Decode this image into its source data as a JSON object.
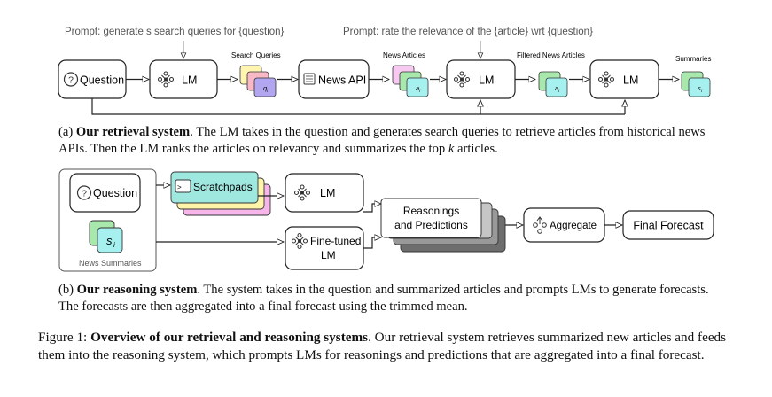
{
  "retrieval": {
    "prompt_search": "Prompt: generate s search queries for {question}",
    "prompt_rate": "Prompt: rate the relevance of the {article} wrt {question}",
    "question": "Question",
    "lm1": "LM",
    "search_queries": "Search Queries",
    "query_label": "q",
    "query_sub": "i",
    "news_api": "News API",
    "news_articles": "News Articles",
    "article_label": "a",
    "article_sub": "i",
    "lm2": "LM",
    "filtered_news_articles": "Filtered News Articles",
    "lm3": "LM",
    "summaries": "Summaries",
    "summary_label": "s",
    "summary_sub": "i"
  },
  "reasoning": {
    "question": "Question",
    "summary_label": "s",
    "summary_sub": "i",
    "news_summaries": "News Summaries",
    "scratchpads": "Scratchpads",
    "scratchpad_icon": ">_",
    "lm": "LM",
    "finetuned_line1": "Fine-tuned",
    "finetuned_line2": "LM",
    "reasonings_line1": "Reasonings",
    "reasonings_line2": "and Predictions",
    "aggregate": "Aggregate",
    "final_forecast": "Final Forecast"
  },
  "captions": {
    "a_prefix": "(a) ",
    "a_bold": "Our retrieval system",
    "a_text_1": ". The LM takes in the question and generates search queries to retrieve articles from historical news APIs. Then the LM ranks the articles on relevancy and summarizes the top ",
    "a_k": "k",
    "a_text_2": " articles.",
    "b_prefix": "(b) ",
    "b_bold": "Our reasoning system",
    "b_text": ". The system takes in the question and summarized articles and prompts LMs to generate forecasts. The forecasts are then aggregated into a final forecast using the trimmed mean.",
    "fig_prefix": "Figure 1: ",
    "fig_bold": "Overview of our retrieval and reasoning systems",
    "fig_text": ". Our retrieval system retrieves summarized new articles and feeds them into the reasoning system, which prompts LMs for reasonings and predictions that are aggregated into a final forecast."
  },
  "colors": {
    "card_yellow": "#fff4b0",
    "card_pink": "#f9b8c6",
    "card_purple": "#b3a6f0",
    "card_pink_light": "#f7c9f0",
    "card_green": "#a9e8ad",
    "card_cyan": "#a6f0f0",
    "scratch_teal": "#9fe8e0",
    "scratch_yellow": "#fff4a8",
    "scratch_pink": "#f6b6ea"
  }
}
